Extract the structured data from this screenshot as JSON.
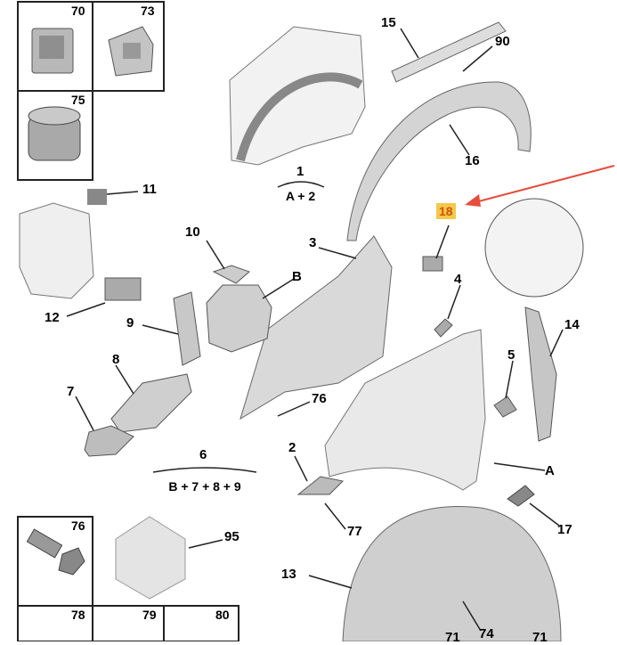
{
  "labels": {
    "l70": "70",
    "l73": "73",
    "l75": "75",
    "l11": "11",
    "l12": "12",
    "l10": "10",
    "l9": "9",
    "lB": "B",
    "l8": "8",
    "l7": "7",
    "l6": "6",
    "l3": "3",
    "l76a": "76",
    "l2": "2",
    "l77": "77",
    "l15": "15",
    "l90": "90",
    "l16": "16",
    "l1": "1",
    "l18": "18",
    "l4": "4",
    "l14": "14",
    "l5": "5",
    "lA": "A",
    "l17": "17",
    "l13": "13",
    "l95": "95",
    "l76b": "76",
    "l78": "78",
    "l79": "79",
    "l80": "80",
    "l71a": "71",
    "l74": "74",
    "l71b": "71"
  },
  "formulas": {
    "f1": "A + 2",
    "f6": "B + 7 + 8 + 9"
  },
  "colors": {
    "highlight": "#f2c94c",
    "arrow": "#e74c3c",
    "line": "#222222"
  }
}
